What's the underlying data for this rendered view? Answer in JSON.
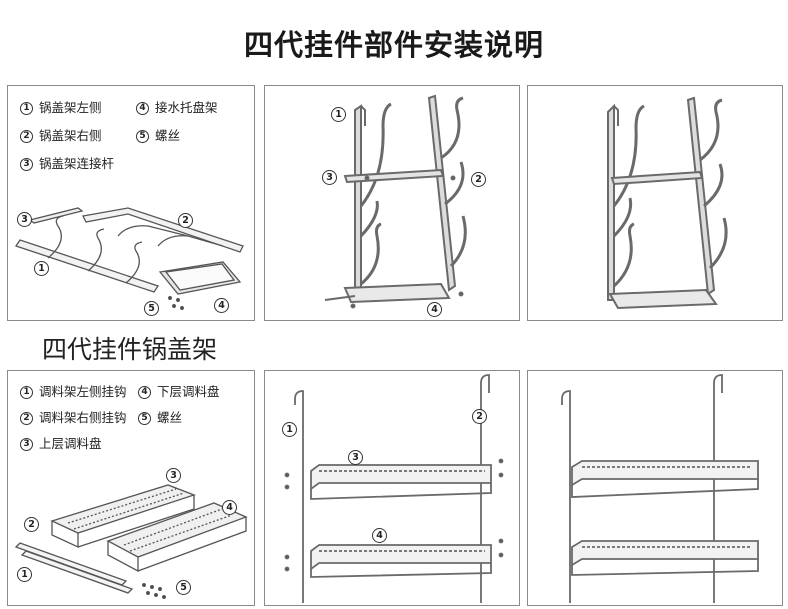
{
  "title": "四代挂件部件安装说明",
  "subtitle": "四代挂件锅盖架",
  "callout_numbers": [
    "1",
    "2",
    "3",
    "4",
    "5"
  ],
  "top_legend": [
    {
      "num": "1",
      "label": "锅盖架左侧"
    },
    {
      "num": "4",
      "label": "接水托盘架"
    },
    {
      "num": "2",
      "label": "锅盖架右侧"
    },
    {
      "num": "5",
      "label": "螺丝"
    },
    {
      "num": "3",
      "label": "锅盖架连接杆"
    }
  ],
  "bottom_legend": [
    {
      "num": "1",
      "label": "调料架左侧挂钩"
    },
    {
      "num": "4",
      "label": "下层调料盘"
    },
    {
      "num": "2",
      "label": "调料架右侧挂钩"
    },
    {
      "num": "5",
      "label": "螺丝"
    },
    {
      "num": "3",
      "label": "上层调料盘"
    }
  ]
}
